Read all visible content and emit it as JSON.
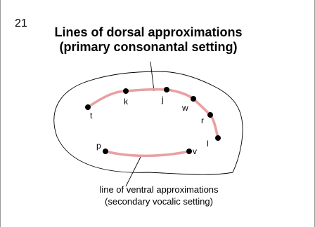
{
  "slide": {
    "number": "21",
    "title_line1": "Lines of dorsal approximations",
    "title_line2": "(primary consonantal setting)",
    "caption_line1": "line of ventral approximations",
    "caption_line2": "(secondary vocalic setting)"
  },
  "points": {
    "t": "t",
    "k": "k",
    "j": "j",
    "w": "w",
    "r": "r",
    "l": "l",
    "p": "p",
    "v": "v"
  },
  "colors": {
    "line": "#e8a0a4",
    "outline": "#000000",
    "dot": "#000000"
  }
}
